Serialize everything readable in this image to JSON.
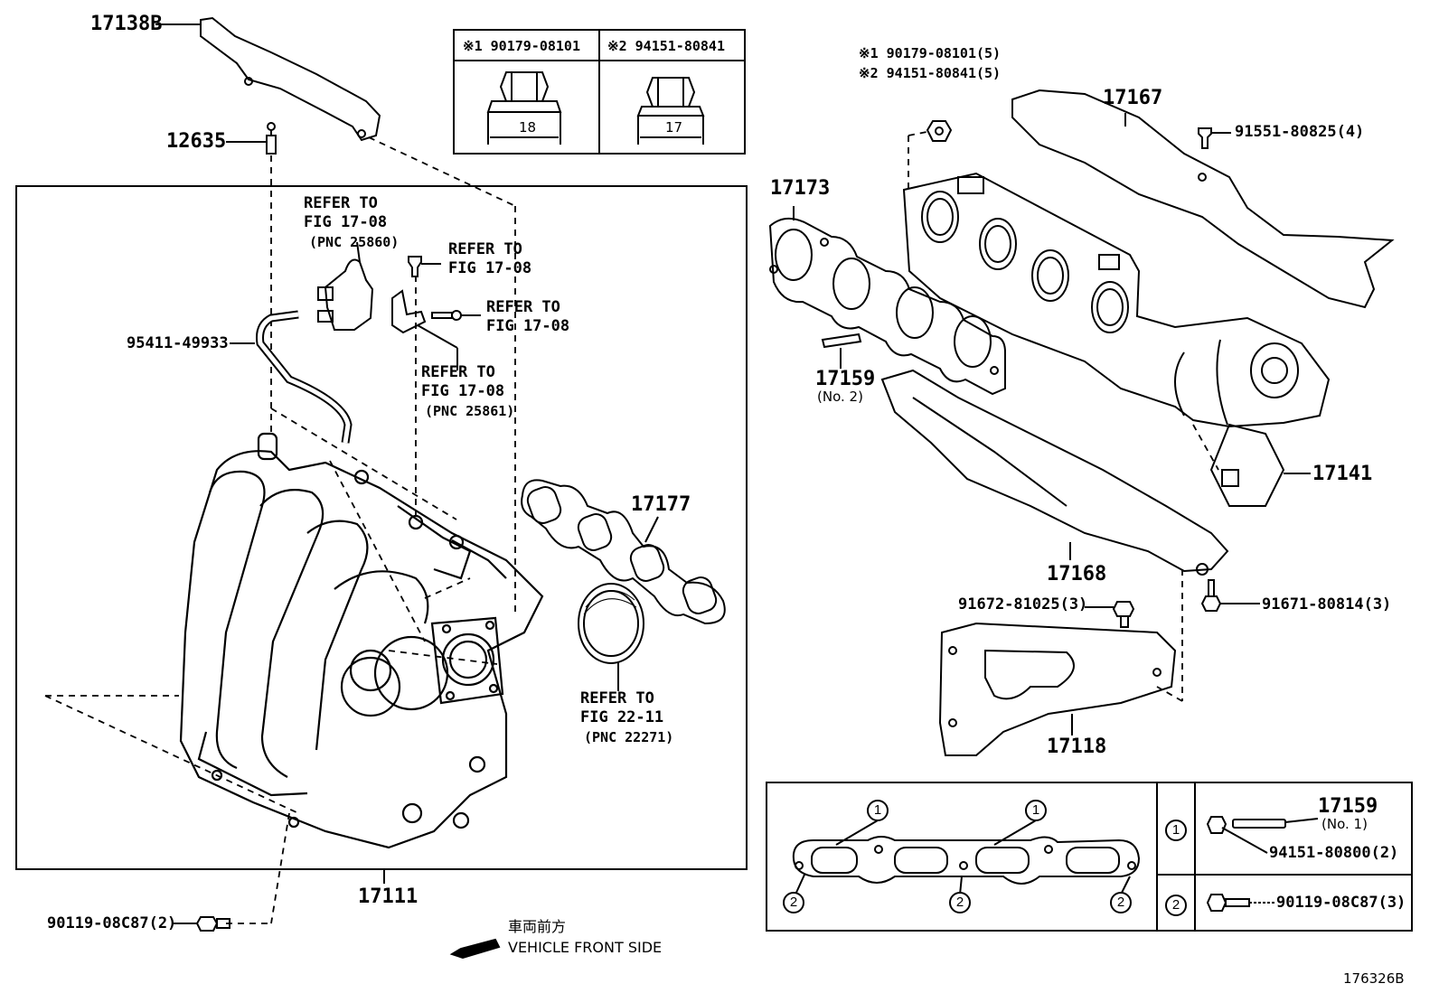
{
  "parts": {
    "p17138B": "17138B",
    "p12635": "12635",
    "p95411": "95411-49933",
    "p17111": "17111",
    "p90119_left": "90119-08C87(2)",
    "p17177": "17177",
    "p17173": "17173",
    "p17167": "17167",
    "p91551": "91551-80825(4)",
    "p17159_no2": "17159",
    "p17159_no2_sub": "(No. 2)",
    "p17141": "17141",
    "p17168": "17168",
    "p91672": "91672-81025(3)",
    "p91671": "91671-80814(3)",
    "p17118": "17118",
    "nut1_qty": "※1 90179-08101(5)",
    "nut2_qty": "※2 94151-80841(5)"
  },
  "refs": {
    "r1_line1": "REFER TO",
    "r1_line2": "FIG 17-08",
    "r1_line3": "(PNC 25860)",
    "r2_line1": "REFER TO",
    "r2_line2": "FIG 17-08",
    "r3_line1": "REFER TO",
    "r3_line2": "FIG 17-08",
    "r4_line1": "REFER TO",
    "r4_line2": "FIG 17-08",
    "r4_line3": "(PNC 25861)",
    "r5_line1": "REFER TO",
    "r5_line2": "FIG 22-11",
    "r5_line3": "(PNC 22271)"
  },
  "nut_table": {
    "col1_head": "※1 90179-08101",
    "col2_head": "※2 94151-80841",
    "col1_size": "18",
    "col2_size": "17"
  },
  "gasket_box": {
    "circle1": "1",
    "circle2": "2",
    "row1_part": "17159",
    "row1_sub": "(No. 1)",
    "row1_nut": "94151-80800(2)",
    "row2_part": "90119-08C87(3)"
  },
  "direction": {
    "jp": "車両前方",
    "en": "VEHICLE FRONT SIDE"
  },
  "figure_id": "176326B"
}
